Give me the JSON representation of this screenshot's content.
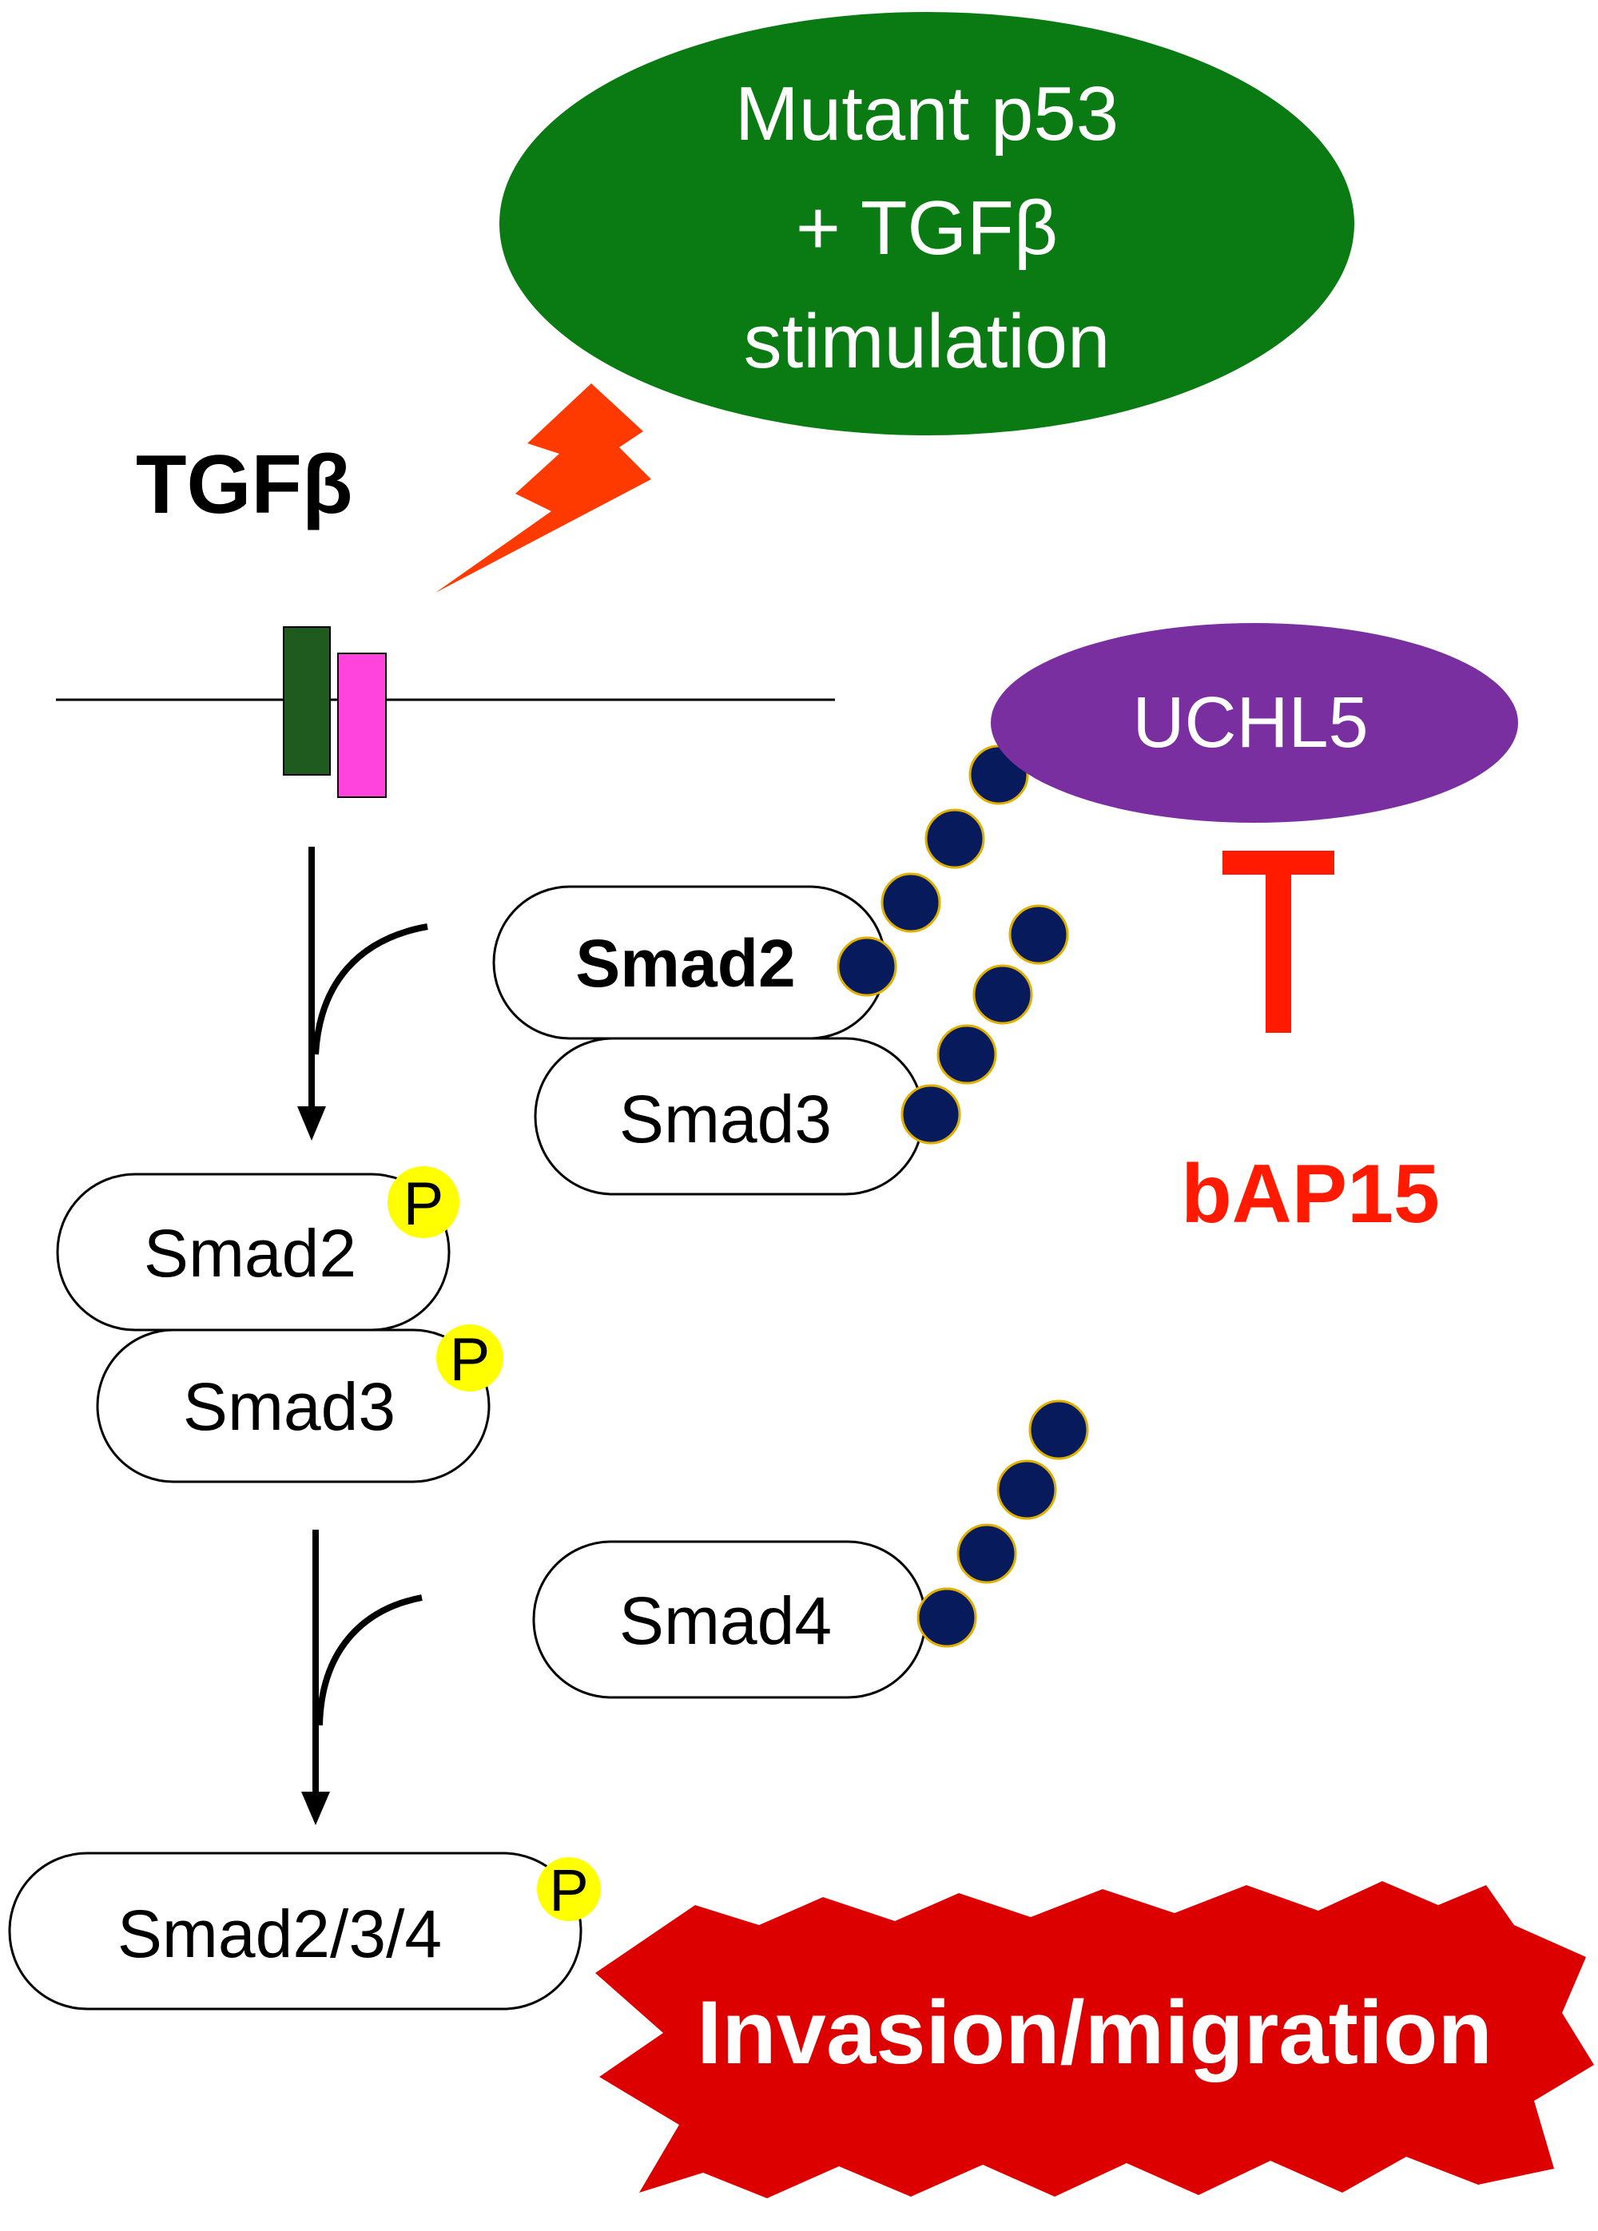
{
  "stimulus": {
    "line1": "Mutant p53",
    "line2": "+ TGFβ",
    "line3": "stimulation",
    "fill": "#0a7a12",
    "text_color": "#ffffff"
  },
  "ligand_label": "TGFβ",
  "receptor": {
    "subunit1_color": "#1f5a1f",
    "subunit2_color": "#ff44dd"
  },
  "deubiquitinase": {
    "label": "UCHL5",
    "fill": "#7a2fa0"
  },
  "inhibitor": {
    "label": "bAP15",
    "color": "#ff1a00"
  },
  "ubiquitin": {
    "fill": "#071a5c",
    "outline": "#e0b000"
  },
  "phospho": {
    "label": "P",
    "fill": "#ffff00"
  },
  "smads_ubiquitinated": {
    "smad2": "Smad2",
    "smad3": "Smad3",
    "smad4": "Smad4"
  },
  "smads_phosphorylated": {
    "smad2": "Smad2",
    "smad3": "Smad3"
  },
  "complex": {
    "label": "Smad2/3/4"
  },
  "outcome": {
    "label": "Invasion/migration",
    "fill": "#dd0000",
    "text_color": "#ffffff"
  },
  "lightning_color": "#ff3a00"
}
